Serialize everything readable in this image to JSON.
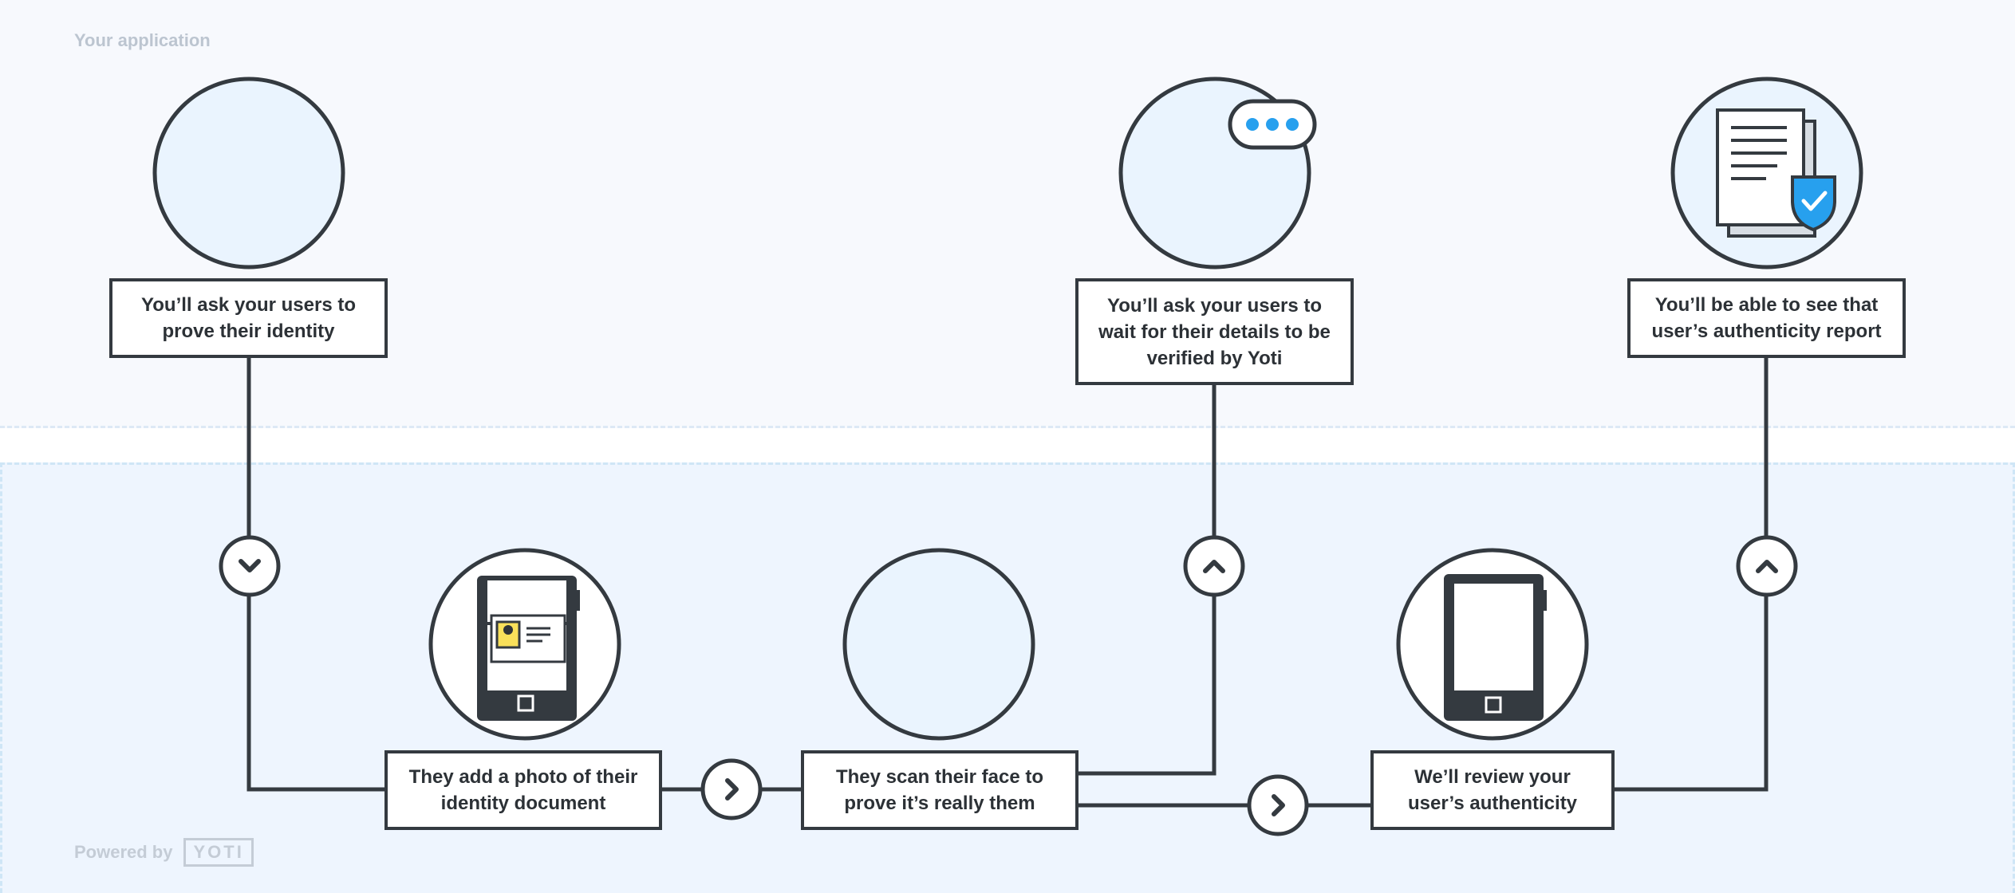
{
  "zones": {
    "top_label": "Your application",
    "powered_by": "Powered by",
    "brand": "YOTI"
  },
  "steps": {
    "ask_prove": "You’ll ask your users to prove their identity",
    "add_photo": "They add a photo of their identity document",
    "scan_face": "They scan their face to prove it’s really them",
    "wait": "You’ll ask your users to wait for their details to be verified by Yoti",
    "review": "We’ll review your user’s authenticity",
    "report": "You’ll be able to see that user’s authenticity report"
  },
  "icons": {
    "avatar_smile": "person-avatar-icon",
    "id_phone": "phone-id-document-icon",
    "selfie": "person-selfie-icon",
    "waiting": "person-waiting-icon",
    "review_phone": "phone-face-review-icon",
    "report": "report-document-shield-icon"
  },
  "colors": {
    "line": "#343a40",
    "skin": "#f8b298",
    "hair": "#2f3337",
    "shirt": "#f9e05a",
    "accent": "#27a0ee"
  }
}
